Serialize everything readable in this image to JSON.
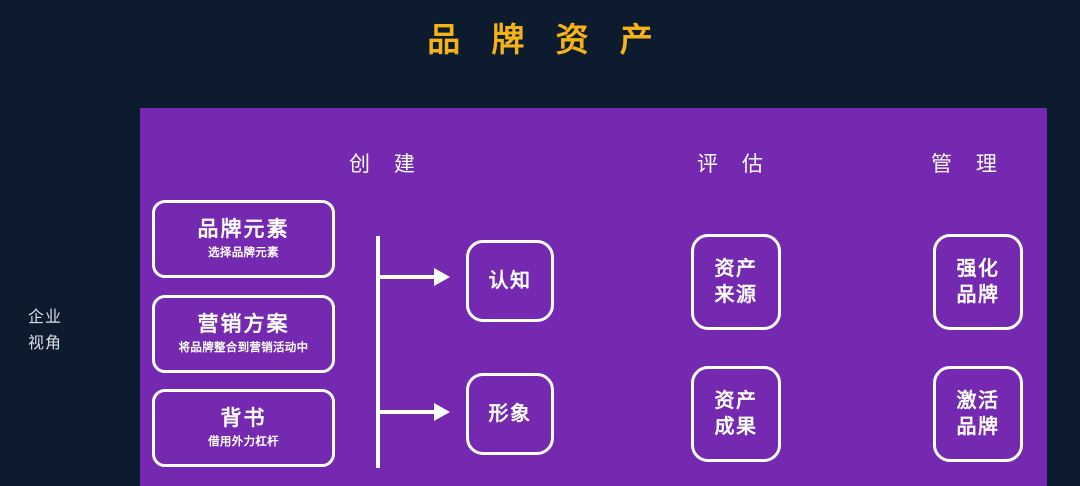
{
  "slide": {
    "title": "品 牌 资 产",
    "title_color": "#f5b318",
    "background_color": "#0d1b2e",
    "panel_color": "#7429b0"
  },
  "side_label": {
    "line1": "企业",
    "line2": "视角"
  },
  "columns": [
    {
      "id": "create",
      "label": "创 建"
    },
    {
      "id": "evaluate",
      "label": "评 估"
    },
    {
      "id": "manage",
      "label": "管 理"
    }
  ],
  "inputs": [
    {
      "title": "品牌元素",
      "subtitle": "选择品牌元素"
    },
    {
      "title": "营销方案",
      "subtitle": "将品牌整合到营销活动中"
    },
    {
      "title": "背书",
      "subtitle": "借用外力杠杆"
    }
  ],
  "create_outcomes": [
    {
      "line1": "认知",
      "line2": ""
    },
    {
      "line1": "形象",
      "line2": ""
    }
  ],
  "evaluate_outcomes": [
    {
      "line1": "资产",
      "line2": "来源"
    },
    {
      "line1": "资产",
      "line2": "成果"
    }
  ],
  "manage_outcomes": [
    {
      "line1": "强化",
      "line2": "品牌"
    },
    {
      "line1": "激活",
      "line2": "品牌"
    }
  ]
}
